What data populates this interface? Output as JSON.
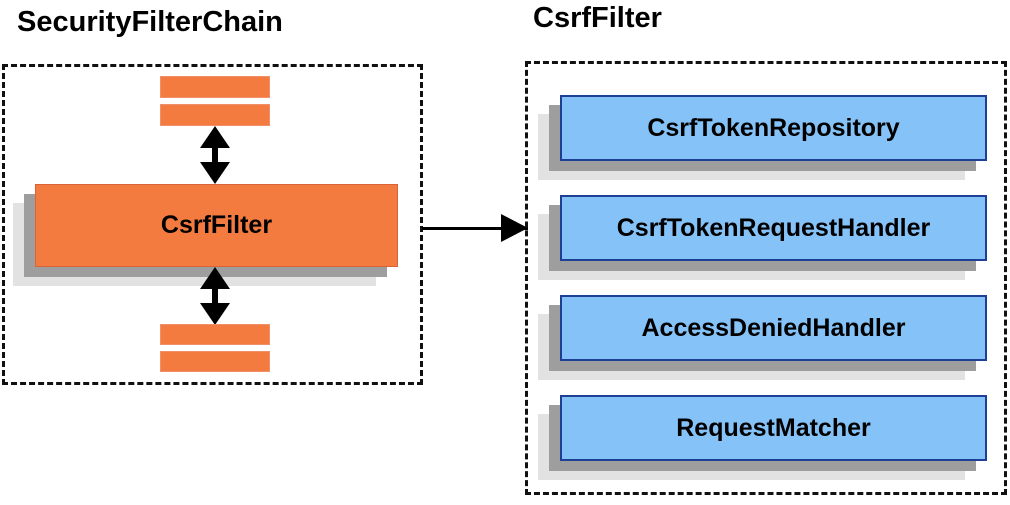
{
  "diagram": {
    "type": "class-collaboration-diagram",
    "background": "#ffffff",
    "palette": {
      "orange_fill": "#f47b3f",
      "orange_border": "#f0906a",
      "blue_fill": "#85c2f7",
      "blue_border": "#1d3f94",
      "shadow_dark": "#9e9e9e",
      "shadow_light": "#e2e2e2",
      "outline": "#111111",
      "text": "#000000"
    }
  },
  "left_panel": {
    "title": "SecurityFilterChain",
    "filter_box": {
      "label": "CsrfFilter"
    },
    "chain_stubs_above": [
      {
        "name": "filter-stub-top-1"
      },
      {
        "name": "filter-stub-top-2"
      }
    ],
    "chain_stubs_below": [
      {
        "name": "filter-stub-bottom-1"
      },
      {
        "name": "filter-stub-bottom-2"
      }
    ],
    "arrows": [
      {
        "name": "arrow-chain-above",
        "direction": "bidirectional-vertical"
      },
      {
        "name": "arrow-chain-below",
        "direction": "bidirectional-vertical"
      }
    ]
  },
  "connector": {
    "name": "arrow-csrffilter-to-detail",
    "direction": "right"
  },
  "right_panel": {
    "title": "CsrfFilter",
    "collaborators": [
      {
        "label": "CsrfTokenRepository"
      },
      {
        "label": "CsrfTokenRequestHandler"
      },
      {
        "label": "AccessDeniedHandler"
      },
      {
        "label": "RequestMatcher"
      }
    ]
  }
}
